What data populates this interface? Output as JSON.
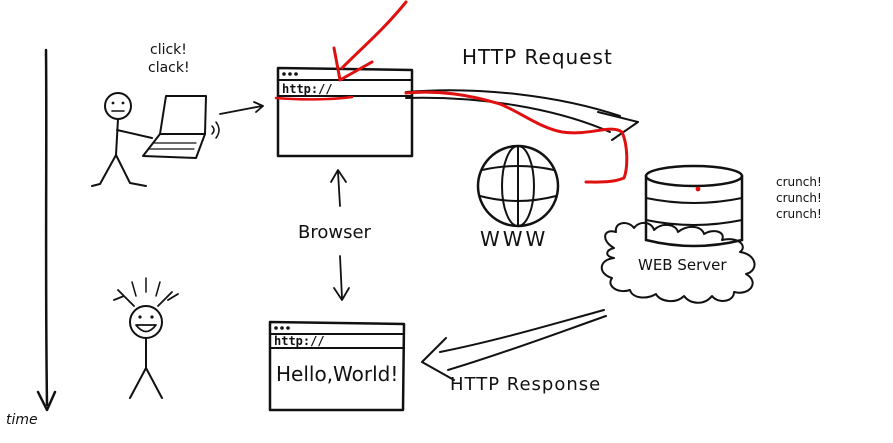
{
  "labels": {
    "click": "click!",
    "clack": "clack!",
    "http_request": "HTTP Request",
    "http_response": "HTTP Response",
    "browser": "Browser",
    "www": "WWW",
    "web_server": "WEB Server",
    "crunch1": "crunch!",
    "crunch2": "crunch!",
    "crunch3": "crunch!",
    "time": "time"
  },
  "browser_top": {
    "address": "http://"
  },
  "browser_bottom": {
    "address": "http://",
    "content": "Hello,World!"
  },
  "colors": {
    "ink": "#111111",
    "annotation": "#e01010",
    "server_dot": "#e01010"
  }
}
